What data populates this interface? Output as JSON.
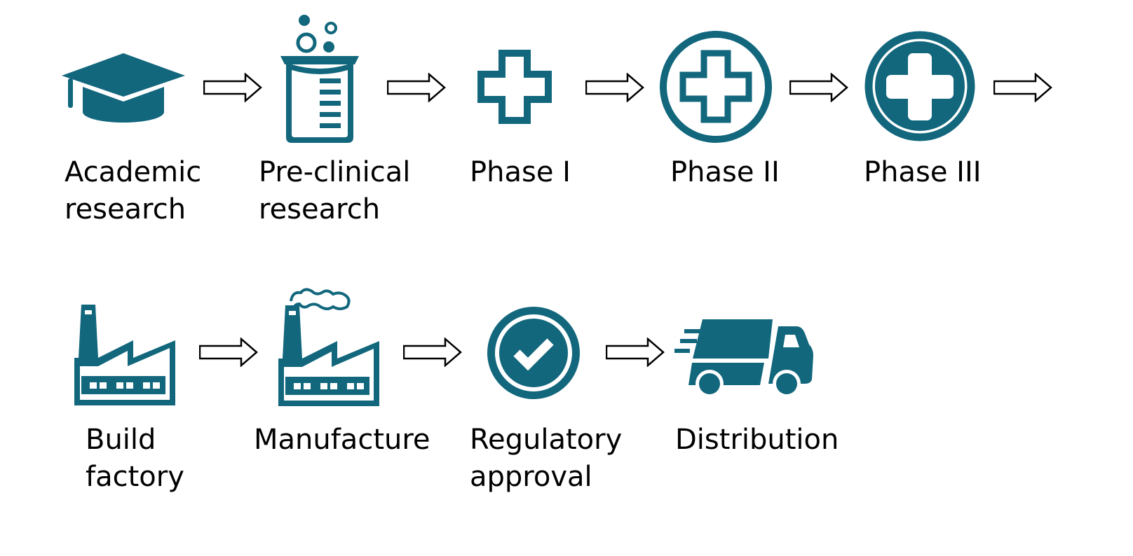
{
  "colors": {
    "icon": "#12677d",
    "arrow_stroke": "#000000",
    "arrow_fill": "#ffffff",
    "text": "#000000"
  },
  "steps": [
    {
      "icon": "graduation-cap-icon",
      "line1": "Academic",
      "line2": "research"
    },
    {
      "icon": "beaker-icon",
      "line1": "Pre-clinical",
      "line2": "research"
    },
    {
      "icon": "plus-icon",
      "line1": "Phase I",
      "line2": ""
    },
    {
      "icon": "circle-plus-outline-icon",
      "line1": "Phase II",
      "line2": ""
    },
    {
      "icon": "circle-plus-solid-icon",
      "line1": "Phase III",
      "line2": ""
    },
    {
      "icon": "factory-icon",
      "line1": "Build",
      "line2": "factory"
    },
    {
      "icon": "smoking-factory-icon",
      "line1": "Manufacture",
      "line2": ""
    },
    {
      "icon": "approval-badge-icon",
      "line1": "Regulatory",
      "line2": "approval"
    },
    {
      "icon": "delivery-truck-icon",
      "line1": "Distribution",
      "line2": ""
    }
  ]
}
